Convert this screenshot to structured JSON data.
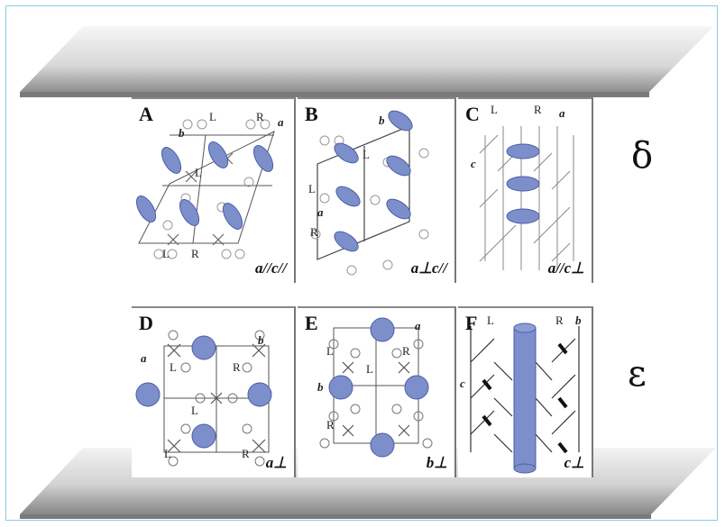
{
  "phases": {
    "delta_label": "δ",
    "epsilon_label": "ε"
  },
  "panels": [
    {
      "letter": "A",
      "caption": "a//c//",
      "labels": {
        "axis_b": "b",
        "axis_a": "a",
        "L1": "L",
        "R1": "R",
        "L2": "L",
        "L3": "L",
        "R2": "R"
      }
    },
    {
      "letter": "B",
      "caption": "a⊥c//",
      "labels": {
        "axis_b": "b",
        "axis_a": "a",
        "L1": "L",
        "L2": "L",
        "R1": "R"
      }
    },
    {
      "letter": "C",
      "caption": "a//c⊥",
      "labels": {
        "L": "L",
        "R": "R",
        "axis_a": "a",
        "axis_c": "c"
      }
    },
    {
      "letter": "D",
      "caption": "a⊥",
      "labels": {
        "axis_a": "a",
        "axis_b": "b",
        "L1": "L",
        "R1": "R",
        "L2": "L",
        "L3": "L",
        "R2": "R"
      }
    },
    {
      "letter": "E",
      "caption": "b⊥",
      "labels": {
        "axis_a": "a",
        "axis_b": "b",
        "L1": "L",
        "R1": "R",
        "L2": "L",
        "R2": "R"
      }
    },
    {
      "letter": "F",
      "caption": "c⊥",
      "labels": {
        "L": "L",
        "R": "R",
        "axis_b": "b",
        "axis_c": "c"
      }
    }
  ],
  "colors": {
    "molecule_fill": "#7c8fcb",
    "molecule_stroke": "#4a5ea8",
    "plate_light": "#f4f4f4",
    "plate_dark": "#8a8a8a"
  }
}
